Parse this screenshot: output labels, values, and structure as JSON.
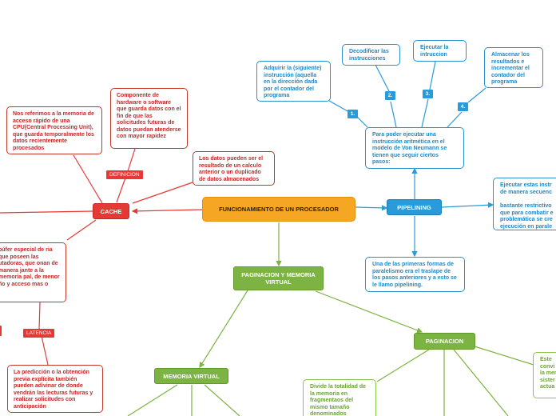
{
  "central": "FUNCIONAMIENTO DE UN PROCESADOR",
  "branches": {
    "cache": {
      "title": "CACHE",
      "tag_definicion": "DEFINICION",
      "tag_latencia": "LATENCIA",
      "def1": "Nos referimos a la memoria de acceso rápido de una CPU(Central Processing Unit), que guarda temporalmente los datos recientemente procesados",
      "def2": "Componente de hardware o software que guarda datos con el fin de que las solicitudes futuras de datos puedan atenderse con mayor rapidez",
      "def3": "Los datos pueden ser el resultado de un calculo anterior o un duplicado de datos almacenados",
      "buffer": "búfer especial de ria que poseen las utadoras, que onan de manera jante a la memoria pal, de menor ño y acceso mas o",
      "latencia": "La predicción o la obtención previa explícita también pueden adivinar de donde vendrán las lecturas futuras y realizar solicitudes con anticipación"
    },
    "pipelining": {
      "title": "PIPELINING",
      "intro": "Para poder ejecutar una instrucción aritmética en el modelo de Von Neumann se tienen que seguir ciertos pasos:",
      "steps": [
        {
          "num": "1.",
          "text": "Adquirir la (siguiente) instrucción (aquella en la dirección dada por el contador del programa"
        },
        {
          "num": "2.",
          "text": "Decodificar las instrucciones"
        },
        {
          "num": "3.",
          "text": "Ejecutar la intruccion"
        },
        {
          "num": "4.",
          "text": "Almacenar los resultados e incrementar el contador del programa"
        }
      ],
      "parallel": "Una de las primeras formas de paralelismo era el traslape de los pasos anteriores y a esto se le llamo pipelining.",
      "side_a": "Ejecutar estas instr de manera secuenc",
      "side_b": "bastante restrictivo que para combatir e problemática se cre ejecución en parale"
    },
    "paginacion_memoria": {
      "title": "PAGINACION Y MEMORIA VIRTUAL",
      "memoria_virtual": "MEMORIA VIRTUAL",
      "paginacion": "PAGINACION",
      "divide": "Divide la totalidad de la memoria en fragmentaos del mismo tamaño denominados",
      "side_right": "Este convi de la memo sister actua"
    }
  },
  "colors": {
    "central_fill": "#f5a623",
    "cache": "#e53935",
    "pipelining": "#2b9ad8",
    "paginacion": "#7cb342"
  }
}
